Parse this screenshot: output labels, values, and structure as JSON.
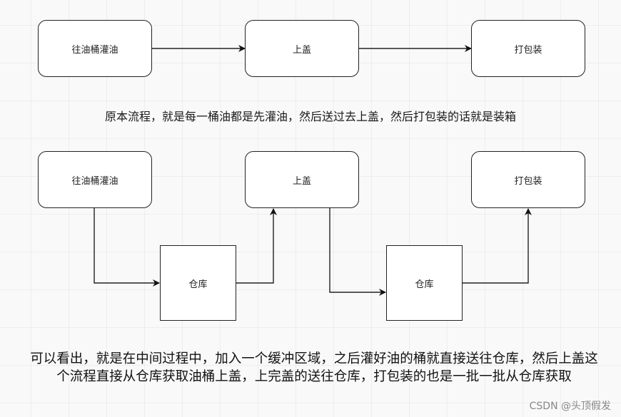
{
  "diagram_original": {
    "nodes": [
      {
        "id": "fill",
        "label": "往油桶灌油"
      },
      {
        "id": "cap",
        "label": "上盖"
      },
      {
        "id": "pack",
        "label": "打包装"
      }
    ],
    "edges": [
      [
        "fill",
        "cap"
      ],
      [
        "cap",
        "pack"
      ]
    ],
    "caption": "原本流程，就是每一桶油都是先灌油，然后送过去上盖，然后打包装的话就是装箱"
  },
  "diagram_buffered": {
    "nodes": [
      {
        "id": "fill",
        "label": "往油桶灌油"
      },
      {
        "id": "cap",
        "label": "上盖"
      },
      {
        "id": "pack",
        "label": "打包装"
      },
      {
        "id": "warehouse1",
        "label": "仓库"
      },
      {
        "id": "warehouse2",
        "label": "仓库"
      }
    ],
    "edges": [
      [
        "fill",
        "warehouse1"
      ],
      [
        "warehouse1",
        "cap"
      ],
      [
        "cap",
        "warehouse2"
      ],
      [
        "warehouse2",
        "pack"
      ]
    ]
  },
  "note": "可以看出，就是在中间过程中，加入一个缓冲区域，之后灌好油的桶就直接送往仓库，然后上盖这个流程直接从仓库获取油桶上盖，上完盖的送往仓库，打包装的也是一批一批从仓库获取",
  "watermark": "CSDN @头顶假发"
}
